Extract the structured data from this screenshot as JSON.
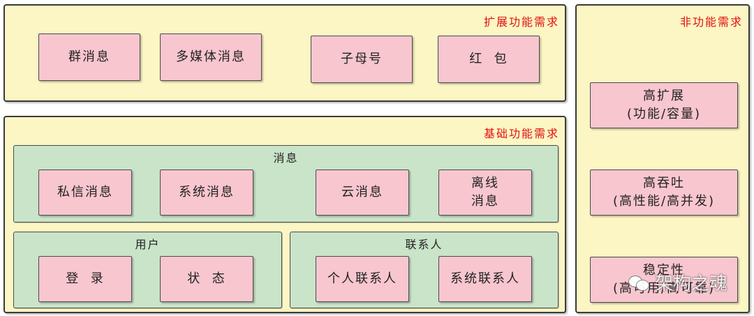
{
  "extended": {
    "title": "扩展功能需求",
    "items": [
      "群消息",
      "多媒体消息",
      "子母号",
      "红  包"
    ]
  },
  "basic": {
    "title": "基础功能需求",
    "messages": {
      "title": "消息",
      "items": [
        "私信消息",
        "系统消息",
        "云消息"
      ],
      "offline": {
        "line1": "离线",
        "line2": "消息"
      }
    },
    "user": {
      "title": "用户",
      "items": [
        "登  录",
        "状  态"
      ]
    },
    "contacts": {
      "title": "联系人",
      "items": [
        "个人联系人",
        "系统联系人"
      ]
    }
  },
  "nonfunctional": {
    "title": "非功能需求",
    "items": [
      {
        "line1": "高扩展",
        "line2": "(功能/容量)"
      },
      {
        "line1": "高吞吐",
        "line2": "(高性能/高并发)"
      },
      {
        "line1": "稳定性",
        "line2": "(高可用/高可靠)"
      }
    ]
  },
  "watermark": {
    "text": "架构之魂",
    "icon": "wechat-icon"
  },
  "colors": {
    "panel": "#fcf6c4",
    "group": "#c9e4c8",
    "box": "#f8c6cf",
    "title_red": "#e01010"
  }
}
